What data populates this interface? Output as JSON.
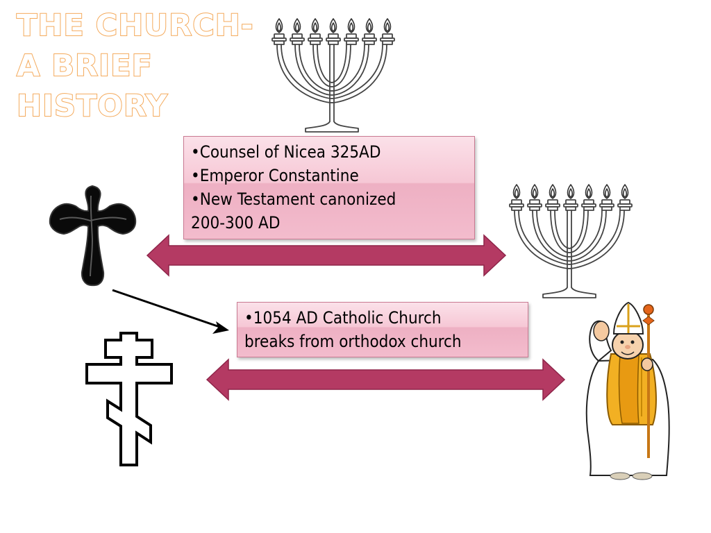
{
  "slide": {
    "title_lines": [
      "THE CHURCH-",
      "A BRIEF",
      "HISTORY"
    ]
  },
  "box1": {
    "lines": [
      "•Counsel of Nicea 325AD",
      "•Emperor Constantine",
      "•New Testament canonized",
      "200-300 AD"
    ]
  },
  "box2": {
    "lines": [
      "•1054 AD Catholic Church",
      "breaks from orthodox church"
    ]
  },
  "colors": {
    "title_outline": "#f4a95a",
    "arrow_fill": "#b43a63",
    "textbox_fill": "#f3bccd"
  },
  "icons": [
    "menorah-icon",
    "black-cross-icon",
    "orthodox-cross-icon",
    "pope-figure-icon"
  ]
}
